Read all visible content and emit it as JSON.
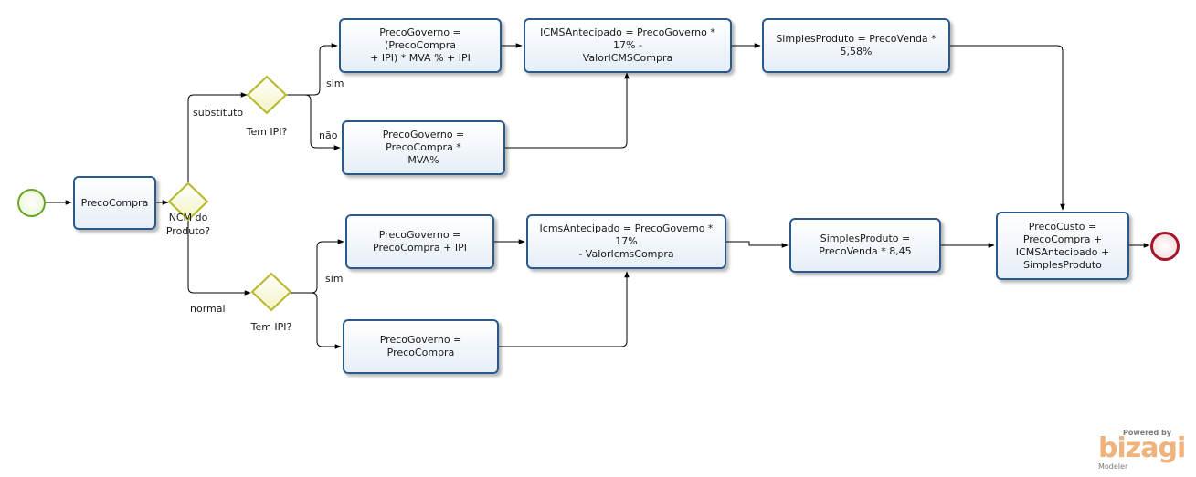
{
  "tasks": {
    "preco_compra": "PrecoCompra",
    "pg_sub_ipi": "PrecoGoverno = (PrecoCompra\n+ IPI) *  MVA % + IPI",
    "pg_sub_noipi": "PrecoGoverno = PrecoCompra *\nMVA%",
    "icms_sub": "ICMSAntecipado = PrecoGoverno * 17% -\nValorICMSCompra",
    "simples_sub": "SimplesProduto =  PrecoVenda *\n5,58%",
    "pg_norm_ipi": "PrecoGoverno =\nPrecoCompra + IPI",
    "pg_norm_noipi": "PrecoGoverno = PrecoCompra",
    "icms_norm": "IcmsAntecipado = PrecoGoverno * 17%\n- ValorIcmsCompra",
    "simples_norm": "SimplesProduto =\nPrecoVenda * 8,45",
    "preco_custo": "PrecoCusto =\nPrecoCompra +\nICMSAntecipado +\nSimplesProduto"
  },
  "gateways": {
    "ncm": "NCM do\nProduto?",
    "tem_ipi_top": "Tem IPI?",
    "tem_ipi_bottom": "Tem IPI?"
  },
  "flow_labels": {
    "substituto": "substituto",
    "normal": "normal",
    "sim_top": "sim",
    "nao_top": "não",
    "sim_bottom": "sim"
  },
  "branding": {
    "powered": "Powered by",
    "brand": "bizagi",
    "modeler": "Modeler"
  },
  "colors": {
    "task_border": "#2a5a8c",
    "gateway_border": "#b5b82a",
    "gateway_fill": "#fbfbd8",
    "start_event": "#6aa52a",
    "end_event": "#a5162b",
    "brand": "#f0b37b"
  }
}
